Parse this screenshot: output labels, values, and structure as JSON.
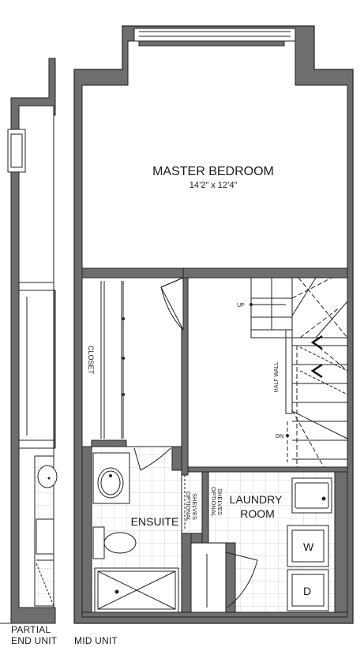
{
  "rooms": {
    "master_bedroom": {
      "name": "MASTER BEDROOM",
      "size": "14’2” x 12’4”"
    },
    "closet": {
      "name": "CLOSET"
    },
    "ensuite": {
      "name": "ENSUITE"
    },
    "optional_shelves": {
      "line1": "OPTIONAL",
      "line2": "SHELVES"
    },
    "laundry": {
      "line1": "LAUNDRY",
      "line2": "ROOM"
    }
  },
  "stairs": {
    "up": "UP",
    "down": "DN",
    "half_wall": "HALF WALL"
  },
  "appliances": {
    "washer": "W",
    "dryer": "D"
  },
  "units": {
    "partial_end": {
      "line1": "PARTIAL",
      "line2": "END UNIT"
    },
    "mid": {
      "line1": "MID UNIT"
    }
  },
  "colors": {
    "wall": "#6d6e70",
    "wall_outline": "#222222",
    "tile_line": "#d4d4d4",
    "line": "#2a2a2a",
    "background": "#ffffff"
  }
}
